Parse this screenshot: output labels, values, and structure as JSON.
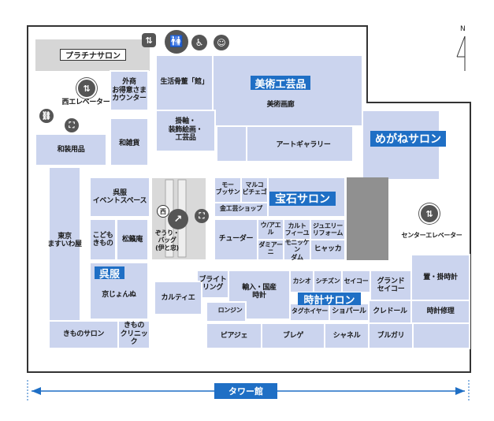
{
  "direction": {
    "north_label": "N"
  },
  "sections": {
    "platinum_salon": "プラチナサロン",
    "west_elevator": "西エレベーター",
    "gaisho_counter": "外商\nお得意さま\nカウンター",
    "seikatsu_kottokan": "生活骨董「館」",
    "bijutsu_kogeihin": "美術工芸品",
    "bijutsu_garo": "美術画廊",
    "kakejiku": "掛軸・\n装飾絵画・\n工芸品",
    "art_gallery": "アートギャラリー",
    "megane_salon": "めがねサロン",
    "wasou_youhin": "和装用品",
    "wazakka": "和雑貨",
    "gofuku_event": "呉服\nイベントスペース",
    "tokyo_masuiwaya": "東京\nますいわ屋",
    "kodomo_kimono": "こども\nきもの",
    "shoraian": "松籟庵",
    "gofuku": "呉服",
    "kyo_jouen": "京じょんぬ",
    "kimono_salon": "きものサロン",
    "kimono_clinic": "きもの\nクリニック",
    "zori_bag": "ぞうり・\nバッグ\n(伊と忠)",
    "mo_bussan": "モー\nブッサン",
    "marco_bicego": "マルコ\nビチェゴ",
    "kinkougei_shop": "金工芸ショップ",
    "hoseki_salon": "宝石サロン",
    "chuder": "チューダー",
    "uairu": "ウ/アエル",
    "damiani": "ダミアーニ",
    "cartier_fine": "カルト\nフィーユ",
    "jewelry_reform": "ジュエリー\nリフォーム",
    "monickeng_dam": "モニッケン\nダム",
    "hiyakka": "ヒャッカ",
    "center_elevator": "センターエレベーター",
    "okidokei": "置・掛時計",
    "breitling": "ブライト\nリング",
    "cartier": "カルティエ",
    "yunyu_kokusan": "輸入・国産\n時計",
    "longines": "ロンジン",
    "casio": "カシオ",
    "citizen": "シチズン",
    "seiko": "セイコー",
    "grand_seiko": "グランド\nセイコー",
    "tokei_salon": "時計サロン",
    "tag_heuer": "タグホイヤー",
    "chopard": "ショパール",
    "credor": "クレドール",
    "tokei_shuri": "時計修理",
    "piaget": "ピアジェ",
    "breguet": "ブレゲ",
    "chanel": "シャネル",
    "bvlgari": "ブルガリ",
    "west_marker": "西",
    "tower_building": "タワー館"
  },
  "colors": {
    "room": "#cbd4ee",
    "highlight": "#1f6fc5",
    "void": "#909090",
    "escalator": "#d9d9d9",
    "outline": "#333333",
    "icon": "#555555"
  },
  "icons": [
    "elevator-icon",
    "restroom-icon",
    "wheelchair-icon",
    "baby-care-icon",
    "stairs-icon",
    "escalator-icon",
    "emergency-stairs-icon"
  ]
}
